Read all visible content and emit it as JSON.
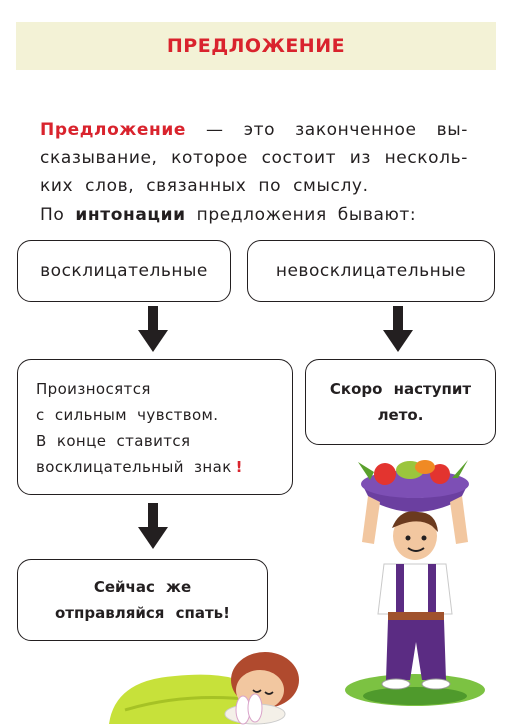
{
  "title": "ПРЕДЛОЖЕНИЕ",
  "definition": {
    "term": "Предложение",
    "line1_rest": " — это законченное вы-",
    "line2": "сказывание, которое состоит из несколь-",
    "line3": "ких слов, связанных по смыслу."
  },
  "intonation": {
    "prefix": "По ",
    "keyword": "интонации",
    "suffix": " предложения бывают:"
  },
  "types": {
    "exclamatory": "восклицательные",
    "non_exclamatory": "невосклицательные"
  },
  "exclamatory_desc": {
    "line1": "Произносятся",
    "line2": "с сильным чувством.",
    "line3": "В конце ставится",
    "line4": "восклицательный знак",
    "mark": "!"
  },
  "examples": {
    "non_exclamatory_line1": "Скоро наступит",
    "non_exclamatory_line2": "лето.",
    "exclamatory_line1": "Сейчас же",
    "exclamatory_line2": "отправляйся спать!"
  },
  "colors": {
    "accent": "#d9232d",
    "title_bg": "#f3f2d6",
    "text": "#231f20"
  },
  "icons": [
    "down-arrow-icon",
    "boy-with-vegetable-basket-illustration",
    "sleeping-child-illustration"
  ]
}
